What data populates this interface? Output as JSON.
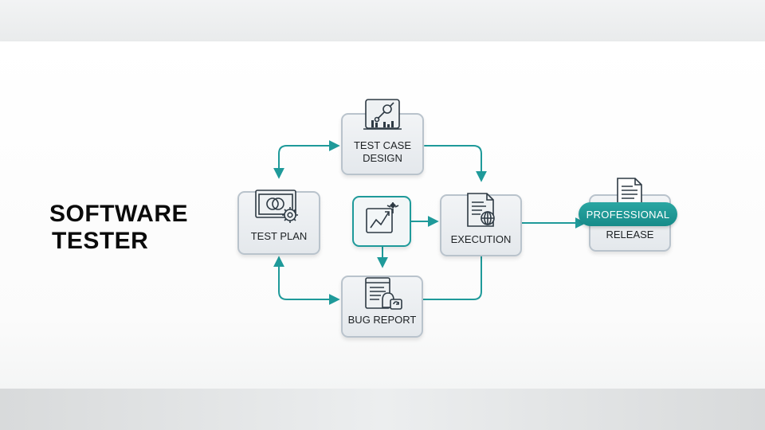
{
  "title": {
    "line1": "SOFTWARE",
    "line2": "TESTER"
  },
  "nodes": {
    "test_case_design": {
      "line1": "TEST CASE",
      "line2": "DESIGN",
      "icon": "document-chart-icon"
    },
    "test_plan": {
      "label": "TEST PLAN",
      "icon": "monitor-gear-icon"
    },
    "execution": {
      "label": "EXECUTION",
      "icon": "document-globe-icon"
    },
    "bug_report": {
      "label": "BUG REPORT",
      "icon": "document-bug-icon"
    },
    "release": {
      "badge": "PROFESSIONAL",
      "label": "RELEASE",
      "icon": "document-icon"
    },
    "analysis": {
      "icon": "trend-chart-icon"
    }
  },
  "colors": {
    "accent": "#1f9a9a",
    "node_border": "#b9c3cc",
    "icon": "#2e3a44",
    "text": "#0b0b0b"
  }
}
